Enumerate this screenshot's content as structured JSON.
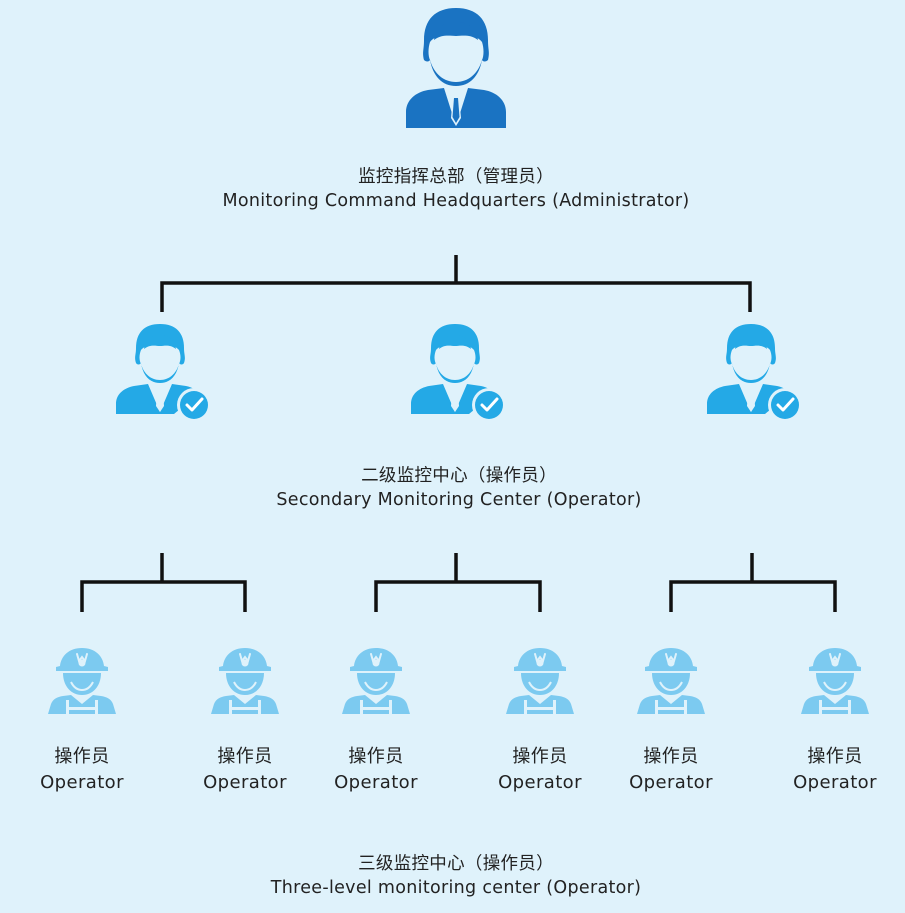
{
  "colors": {
    "background": "#dff2fb",
    "admin_icon": "#1a73c2",
    "secondary_icon": "#24a9e6",
    "operator_icon": "#7ccaf0",
    "connector": "#111111",
    "check_badge": "#24a9e6"
  },
  "headquarters": {
    "title_zh": "监控指挥总部（管理员）",
    "title_en": "Monitoring Command Headquarters (Administrator)",
    "icon": "admin-person-icon"
  },
  "secondary": {
    "title_zh": "二级监控中心（操作员）",
    "title_en": "Secondary Monitoring Center (Operator)",
    "icon": "verified-person-icon",
    "count": 3
  },
  "tertiary": {
    "title_zh": "三级监控中心（操作员）",
    "title_en": "Three-level monitoring center (Operator)",
    "icon": "hardhat-worker-icon",
    "operators": [
      {
        "label_zh": "操作员",
        "label_en": "Operator"
      },
      {
        "label_zh": "操作员",
        "label_en": "Operator"
      },
      {
        "label_zh": "操作员",
        "label_en": "Operator"
      },
      {
        "label_zh": "操作员",
        "label_en": "Operator"
      },
      {
        "label_zh": "操作员",
        "label_en": "Operator"
      },
      {
        "label_zh": "操作员",
        "label_en": "Operator"
      }
    ]
  }
}
